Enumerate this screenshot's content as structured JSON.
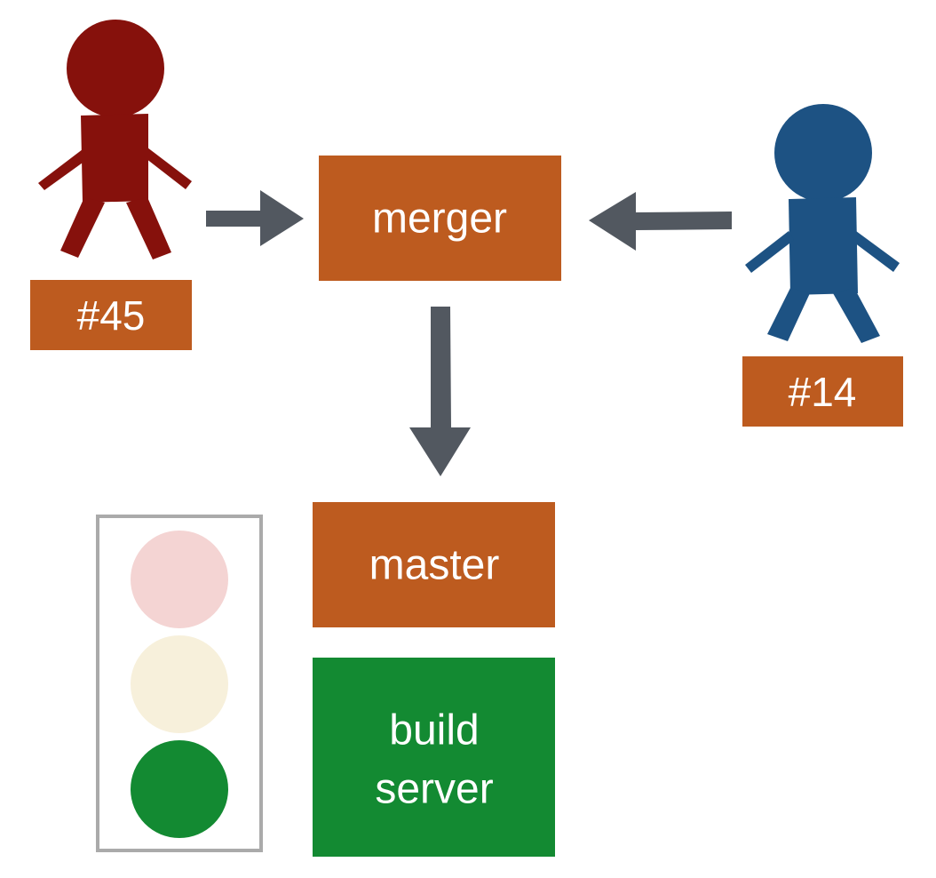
{
  "colors": {
    "box_orange": "#BD5B1F",
    "build_green": "#138A32",
    "person_45": "#86110C",
    "person_14": "#1D5283",
    "arrow_gray": "#525860",
    "light_red": "#F4D4D3",
    "light_yellow": "#F7F0DB",
    "light_green": "#138A32",
    "traffic_frame": "#AAAAAA"
  },
  "developer_left": {
    "label": "#45",
    "icon": "person-icon"
  },
  "developer_right": {
    "label": "#14",
    "icon": "person-icon"
  },
  "merger": {
    "label": "merger"
  },
  "master": {
    "label": "master"
  },
  "build_server": {
    "line1": "build",
    "line2": "server"
  },
  "traffic_light": {
    "active": "green",
    "lights": [
      "red",
      "yellow",
      "green"
    ]
  }
}
